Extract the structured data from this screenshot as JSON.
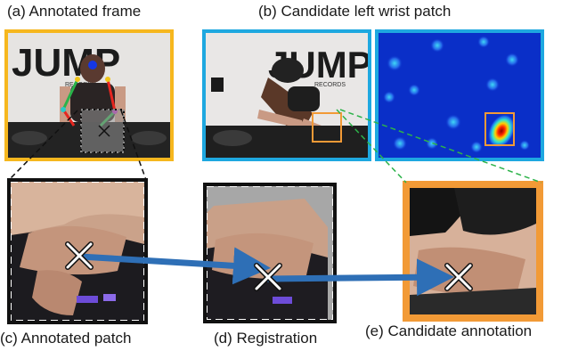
{
  "captions": {
    "a": "(a) Annotated frame",
    "b": "(b) Candidate left wrist patch",
    "c": "(c) Annotated patch",
    "d": "(d) Registration",
    "e": "(e) Candidate annotation"
  },
  "logo": {
    "brand": "JUMP",
    "sub": "RECORDS"
  },
  "colors": {
    "frame_a": "#f6b71e",
    "frame_b": "#1ea8e0",
    "frame_e": "#f29a36",
    "arrow": "#2e6fb6",
    "guide_green": "#2db34a",
    "heatmap_bg": "#0a2fc8"
  }
}
